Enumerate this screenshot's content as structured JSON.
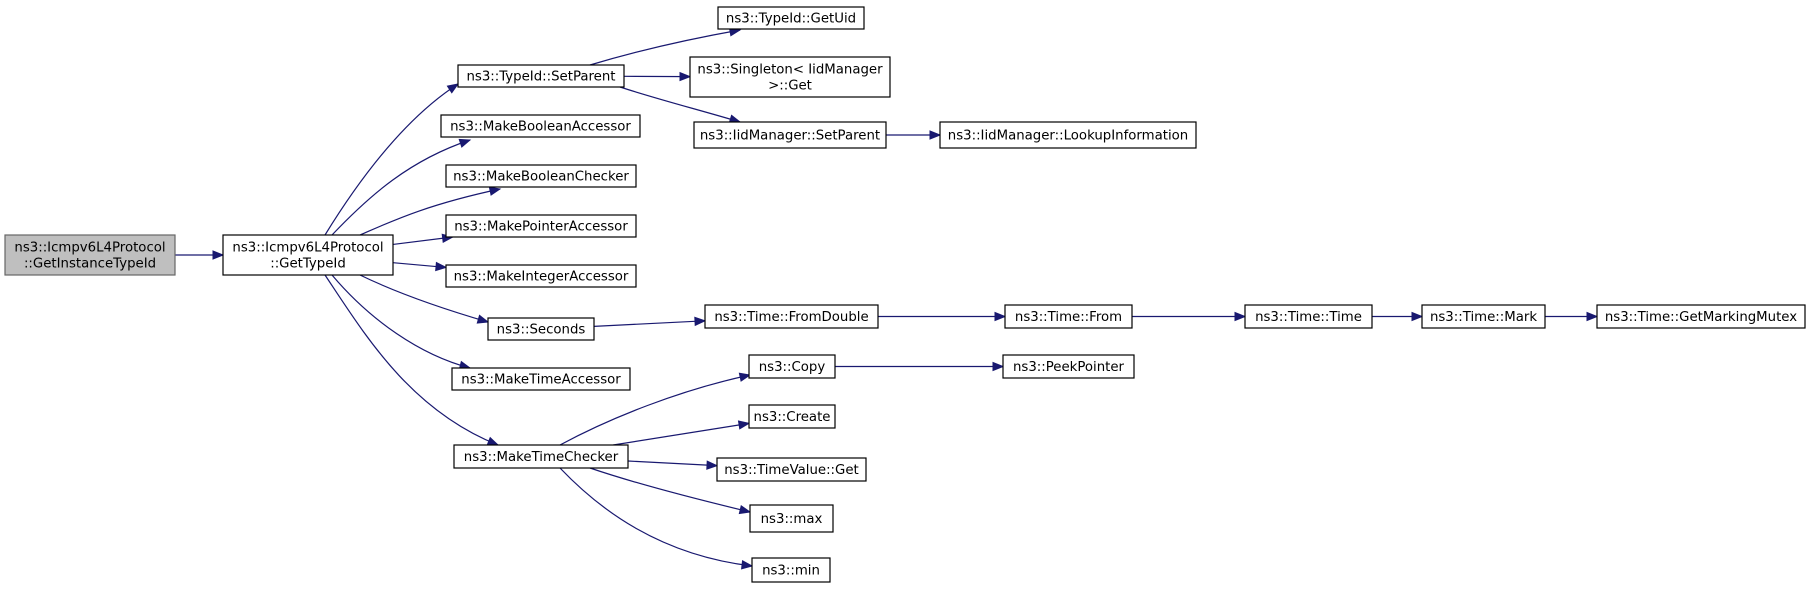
{
  "diagram": {
    "type": "call-graph",
    "colors": {
      "edge": "#191970",
      "root_fill": "#bfbfbf",
      "node_fill": "#ffffff",
      "node_stroke": "#000000"
    },
    "nodes": {
      "root": [
        "ns3::Icmpv6L4Protocol",
        "::GetInstanceTypeId"
      ],
      "gettypeid": [
        "ns3::Icmpv6L4Protocol",
        "::GetTypeId"
      ],
      "setparent": [
        "ns3::TypeId::SetParent"
      ],
      "boolacc": [
        "ns3::MakeBooleanAccessor"
      ],
      "boolchk": [
        "ns3::MakeBooleanChecker"
      ],
      "ptracc": [
        "ns3::MakePointerAccessor"
      ],
      "intacc": [
        "ns3::MakeIntegerAccessor"
      ],
      "seconds": [
        "ns3::Seconds"
      ],
      "timeacc": [
        "ns3::MakeTimeAccessor"
      ],
      "timechk": [
        "ns3::MakeTimeChecker"
      ],
      "getuid": [
        "ns3::TypeId::GetUid"
      ],
      "singleton": [
        "ns3::Singleton< IidManager",
        ">::Get"
      ],
      "iidsetparent": [
        "ns3::IidManager::SetParent"
      ],
      "lookup": [
        "ns3::IidManager::LookupInformation"
      ],
      "fromdouble": [
        "ns3::Time::FromDouble"
      ],
      "from": [
        "ns3::Time::From"
      ],
      "time": [
        "ns3::Time::Time"
      ],
      "mark": [
        "ns3::Time::Mark"
      ],
      "mutex": [
        "ns3::Time::GetMarkingMutex"
      ],
      "copy": [
        "ns3::Copy"
      ],
      "peek": [
        "ns3::PeekPointer"
      ],
      "create": [
        "ns3::Create"
      ],
      "tvget": [
        "ns3::TimeValue::Get"
      ],
      "max": [
        "ns3::max"
      ],
      "min": [
        "ns3::min"
      ]
    },
    "edges": [
      [
        "root",
        "gettypeid"
      ],
      [
        "gettypeid",
        "setparent"
      ],
      [
        "gettypeid",
        "boolacc"
      ],
      [
        "gettypeid",
        "boolchk"
      ],
      [
        "gettypeid",
        "ptracc"
      ],
      [
        "gettypeid",
        "intacc"
      ],
      [
        "gettypeid",
        "seconds"
      ],
      [
        "gettypeid",
        "timeacc"
      ],
      [
        "gettypeid",
        "timechk"
      ],
      [
        "setparent",
        "getuid"
      ],
      [
        "setparent",
        "singleton"
      ],
      [
        "setparent",
        "iidsetparent"
      ],
      [
        "iidsetparent",
        "lookup"
      ],
      [
        "seconds",
        "fromdouble"
      ],
      [
        "fromdouble",
        "from"
      ],
      [
        "from",
        "time"
      ],
      [
        "time",
        "mark"
      ],
      [
        "mark",
        "mutex"
      ],
      [
        "timechk",
        "copy"
      ],
      [
        "timechk",
        "create"
      ],
      [
        "timechk",
        "tvget"
      ],
      [
        "timechk",
        "max"
      ],
      [
        "timechk",
        "min"
      ],
      [
        "copy",
        "peek"
      ]
    ]
  }
}
